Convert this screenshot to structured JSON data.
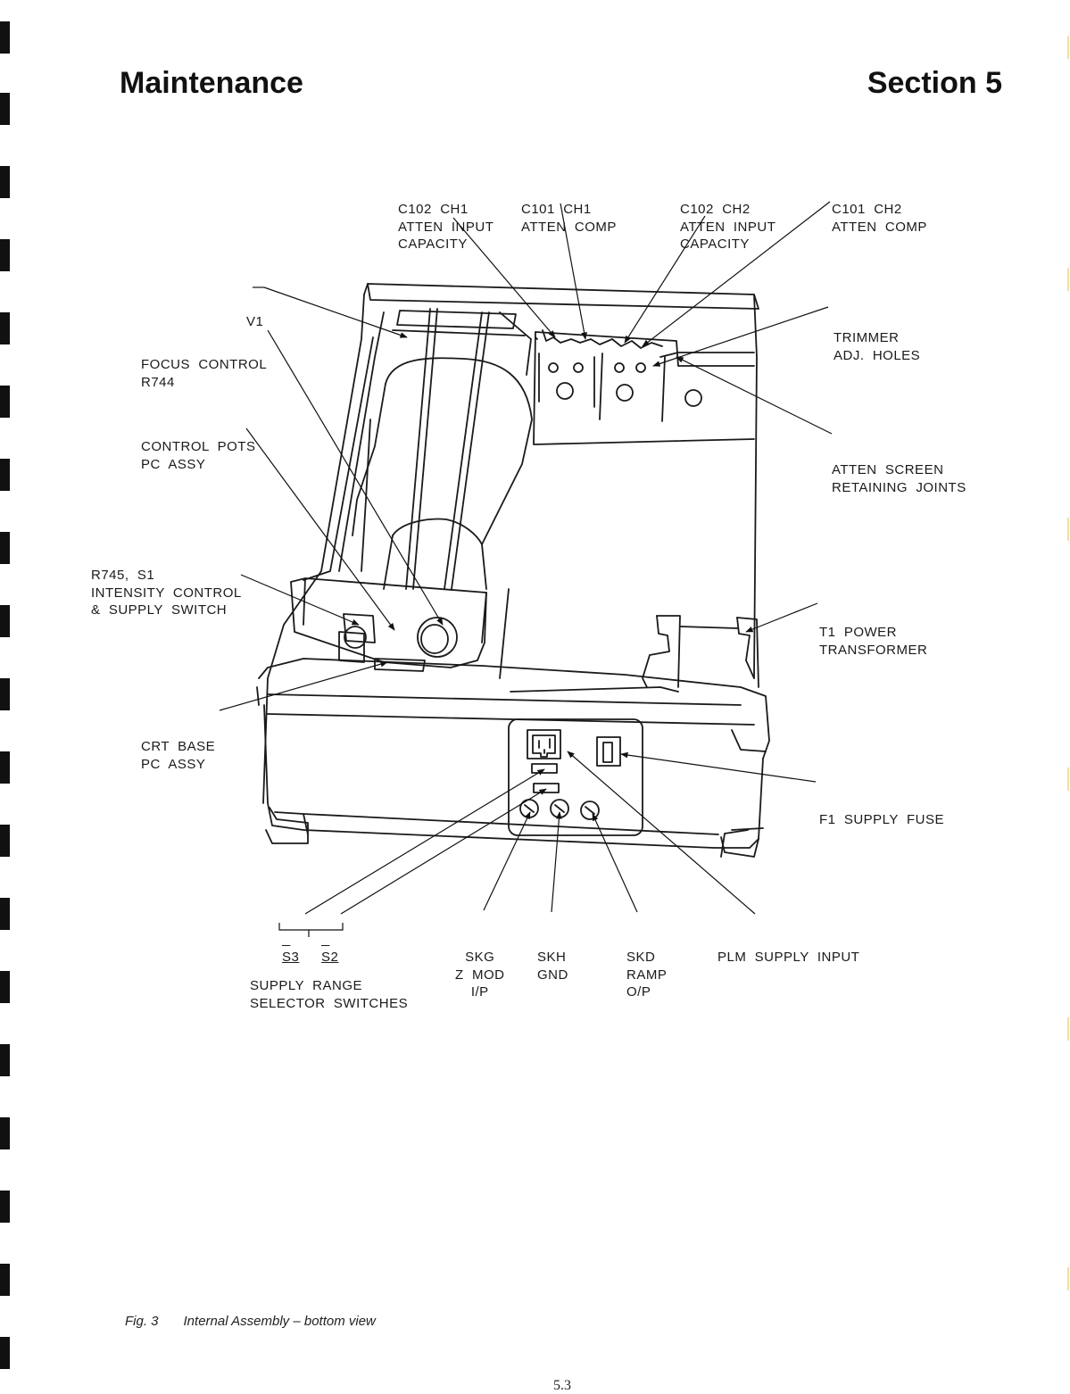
{
  "header": {
    "left": "Maintenance",
    "right": "Section 5"
  },
  "labels": {
    "c102_ch1": [
      "C102  CH1",
      "ATTEN  INPUT",
      "CAPACITY"
    ],
    "c101_ch1": [
      "C101  CH1",
      "ATTEN  COMP"
    ],
    "c102_ch2": [
      "C102  CH2",
      "ATTEN  INPUT",
      "CAPACITY"
    ],
    "c101_ch2": [
      "C101  CH2",
      "ATTEN  COMP"
    ],
    "v1": "V1",
    "focus": [
      "FOCUS  CONTROL",
      "R744"
    ],
    "control_pots": [
      "CONTROL  POTS",
      "PC  ASSY"
    ],
    "r745": [
      "R745,  S1",
      "INTENSITY  CONTROL",
      "&  SUPPLY  SWITCH"
    ],
    "crt_base": [
      "CRT  BASE",
      "PC  ASSY"
    ],
    "trimmer": [
      "TRIMMER",
      "ADJ.  HOLES"
    ],
    "atten_screen": [
      "ATTEN  SCREEN",
      "RETAINING  JOINTS"
    ],
    "t1": [
      "T1  POWER",
      "TRANSFORMER"
    ],
    "f1": "F1  SUPPLY  FUSE",
    "s3": "S3",
    "s2": "S2",
    "supply_range": [
      "SUPPLY  RANGE",
      "SELECTOR  SWITCHES"
    ],
    "skg": [
      "SKG",
      "Z  MOD",
      "I/P"
    ],
    "skh": [
      "SKH",
      "GND"
    ],
    "skd": [
      "SKD",
      "RAMP",
      "O/P"
    ],
    "plm": "PLM  SUPPLY  INPUT"
  },
  "caption": {
    "fig": "Fig. 3",
    "text": "Internal Assembly – bottom view"
  },
  "page_number": "5.3"
}
